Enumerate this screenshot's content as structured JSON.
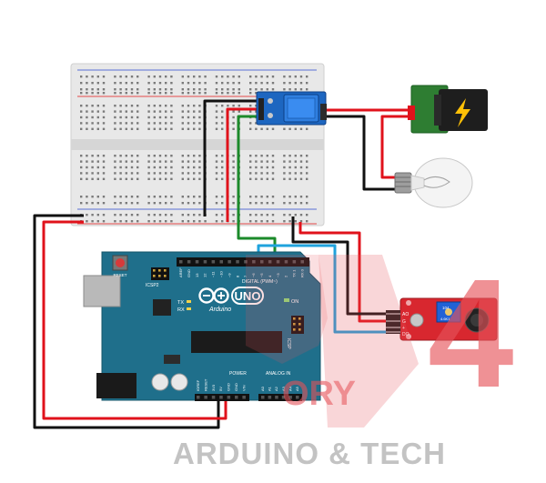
{
  "arduino": {
    "logo": "UNO",
    "brand": "Arduino",
    "reset_label": "RESET",
    "icsp_label": "ICSP2",
    "icsp_label_right": "ICSP",
    "tx_label": "TX",
    "rx_label": "RX",
    "on_label": "ON",
    "digital_label": "DIGITAL (PWM~)",
    "power_label": "POWER",
    "analog_label": "ANALOG IN",
    "top_pins": [
      "AREF",
      "GND",
      "13",
      "12",
      "~11",
      "~10",
      "~9",
      "8",
      "7",
      "~6",
      "~5",
      "4",
      "~3",
      "2",
      "TX 1",
      "RX 0"
    ],
    "power_pins": [
      "IOREF",
      "RESET",
      "3V3",
      "5V",
      "GND",
      "GND",
      "VIN"
    ],
    "analog_pins": [
      "A0",
      "A1",
      "A2",
      "A3",
      "A4",
      "A5"
    ]
  },
  "sound_sensor": {
    "pin_labels": [
      "AO",
      "G",
      "+",
      "DO"
    ],
    "pot_text": [
      "104",
      "4.6K1"
    ]
  },
  "watermark": {
    "logo_number": "4",
    "word_top": "ORY",
    "tagline": "ARDUINO & TECH"
  },
  "colors": {
    "wire_red": "#e0121b",
    "wire_black": "#111111",
    "wire_green": "#1b8a2a",
    "wire_blue": "#1fa3dd",
    "board_teal": "#1f6f8b",
    "relay_blue": "#2265c9",
    "sensor_red": "#d8272f",
    "watermark_red": "#e6535a",
    "watermark_gray": "#b9b9b9"
  },
  "icons": [
    "battery-lightning-icon",
    "light-bulb-icon",
    "infinity-logo-icon",
    "microphone-icon"
  ]
}
